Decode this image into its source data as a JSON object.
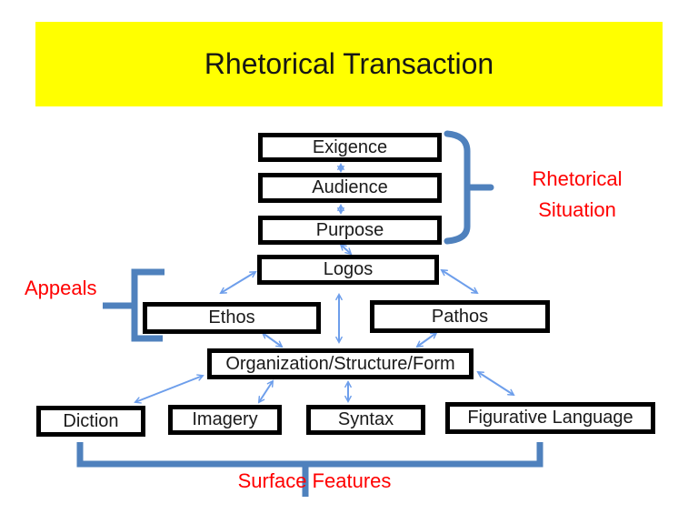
{
  "slide": {
    "title": "Rhetorical Transaction"
  },
  "nodes": [
    {
      "label": "Exigence"
    },
    {
      "label": "Audience"
    },
    {
      "label": "Purpose"
    },
    {
      "label": "Logos"
    },
    {
      "label": "Ethos"
    },
    {
      "label": "Pathos"
    },
    {
      "label": "Organization/Structure/Form"
    },
    {
      "label": "Diction"
    },
    {
      "label": "Imagery"
    },
    {
      "label": "Syntax"
    },
    {
      "label": "Figurative Language"
    }
  ],
  "labels": {
    "rhetorical_situation": [
      "Rhetorical",
      "Situation"
    ],
    "appeals": "Appeals",
    "surface_features": "Surface Features"
  },
  "colors": {
    "banner_yellow": "#ffff00",
    "title_text": "#161616",
    "box_border": "#000000",
    "box_fill": "#ffffff",
    "arrow_blue": "#6d9eeb",
    "brace_blue": "#4f81bd",
    "label_red": "#ff0000"
  }
}
